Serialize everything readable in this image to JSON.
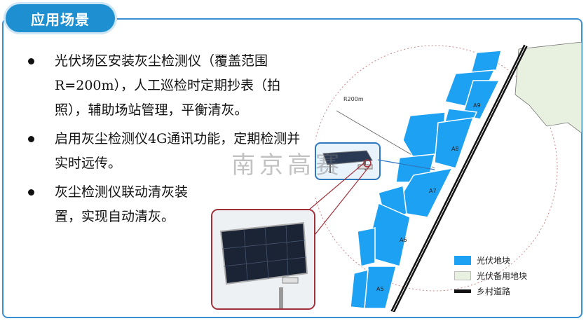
{
  "header": {
    "title": "应用场景"
  },
  "bullets": [
    {
      "text": "光伏场区安装灰尘检测仪（覆盖范围R=200m），人工巡检时定期抄表（拍照），辅助场站管理，平衡清灰。"
    },
    {
      "text": "启用灰尘检测仪4G通讯功能，定期检测并实时远传。"
    },
    {
      "text": "灰尘检测仪联动清灰装置，实现自动清灰。"
    }
  ],
  "map": {
    "radius_label": "R200m",
    "blocks": [
      "A9",
      "A8",
      "A7",
      "A6",
      "A5"
    ],
    "colors": {
      "pv": "#1da1f2",
      "reserve": "#e8f0e0",
      "road": "#111111"
    }
  },
  "legend": [
    {
      "label": "光伏地块",
      "color": "#1da1f2"
    },
    {
      "label": "光伏备用地块",
      "color": "#e8f0e0"
    },
    {
      "label": "乡村道路",
      "color": "#111111"
    }
  ],
  "watermark": "南京高赛"
}
